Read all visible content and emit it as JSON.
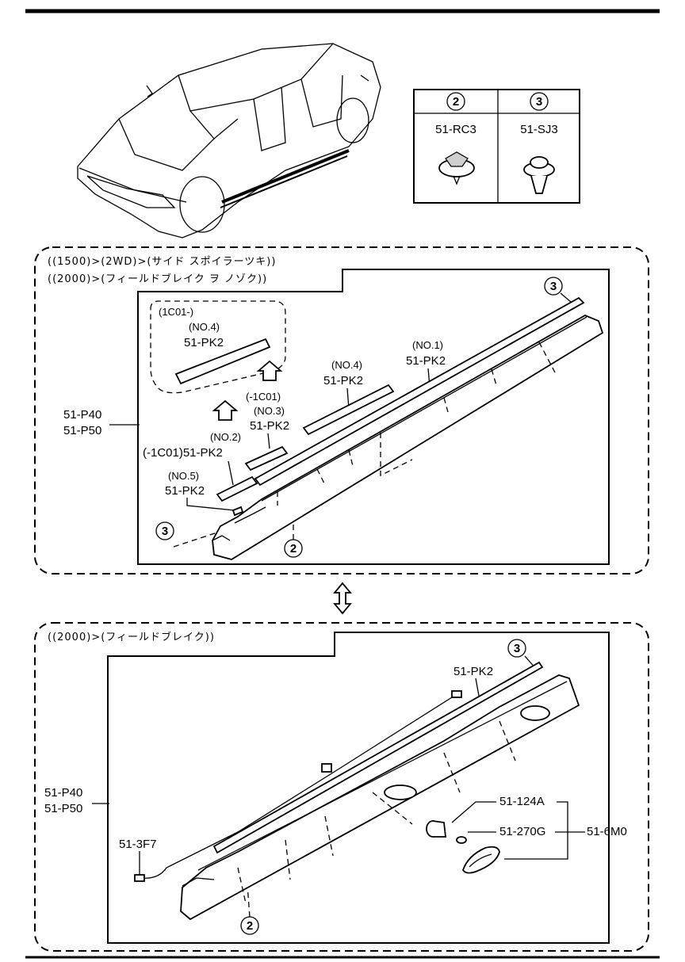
{
  "clip_table": {
    "col1_num": "2",
    "col1_part": "51-RC3",
    "col2_num": "3",
    "col2_part": "51-SJ3"
  },
  "upper_panel": {
    "header_line1": "((1500)>(2WD)>(サイド スポイラーツキ))",
    "header_line2": "((2000)>(フィールドブレイク ヲ ノゾク))",
    "inset_code": "(1C01-)",
    "inset_no": "(NO.4)",
    "inset_part": "51-PK2",
    "side_label1": "51-P40",
    "side_label2": "51-P50",
    "no1": "(NO.1)",
    "no1_part": "51-PK2",
    "no4": "(NO.4)",
    "no4_part": "51-PK2",
    "no3_code": "(-1C01)",
    "no3": "(NO.3)",
    "no3_part": "51-PK2",
    "no2": "(NO.2)",
    "no2_part": "(-1C01)51-PK2",
    "no5": "(NO.5)",
    "no5_part": "51-PK2",
    "callout_3a": "3",
    "callout_3b": "3",
    "callout_2": "2"
  },
  "lower_panel": {
    "header": "((2000)>(フィールドブレイク))",
    "side_label1": "51-P40",
    "side_label2": "51-P50",
    "part_pk2": "51-PK2",
    "part_3f7": "51-3F7",
    "part_124a": "51-124A",
    "part_270g": "51-270G",
    "part_6m0": "51-6M0",
    "callout_3": "3",
    "callout_2": "2"
  }
}
